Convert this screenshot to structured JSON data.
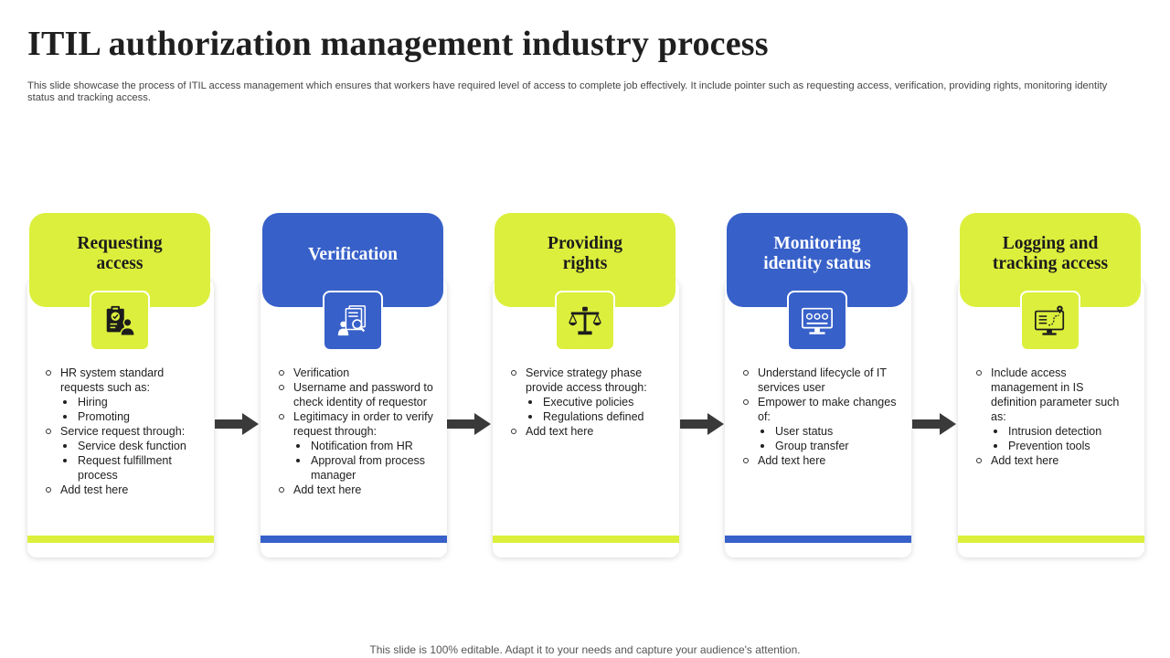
{
  "header": {
    "title": "ITIL authorization management industry process",
    "subtitle": "This slide showcase the process of ITIL access management which ensures that workers have required level of access to complete job effectively.  It include pointer such as requesting access, verification, providing rights, monitoring identity status and tracking access."
  },
  "colors": {
    "lime": "#dcef3c",
    "blue": "#3760c9",
    "arrow": "#3a3a3a"
  },
  "steps": [
    {
      "title_lines": [
        "Requesting",
        "access"
      ],
      "icon": "clipboard-user-icon",
      "points": [
        {
          "text": "HR system standard requests such as:",
          "sub": [
            "Hiring",
            "Promoting"
          ]
        },
        {
          "text": "Service request through:",
          "sub": [
            "Service desk function",
            "Request fulfillment process"
          ]
        },
        {
          "text": "Add test here",
          "sub": []
        }
      ]
    },
    {
      "title_lines": [
        "Verification"
      ],
      "icon": "document-search-icon",
      "points": [
        {
          "text": "Verification",
          "sub": []
        },
        {
          "text": "Username and password to check identity of requestor",
          "sub": []
        },
        {
          "text": "Legitimacy in order to verify request through:",
          "sub": [
            "Notification from HR",
            "Approval from process manager"
          ]
        },
        {
          "text": "Add text here",
          "sub": []
        }
      ]
    },
    {
      "title_lines": [
        "Providing",
        "rights"
      ],
      "icon": "scales-icon",
      "points": [
        {
          "text": "Service strategy phase provide access through:",
          "sub": [
            "Executive policies",
            "Regulations defined"
          ]
        },
        {
          "text": "Add text here",
          "sub": []
        }
      ]
    },
    {
      "title_lines": [
        "Monitoring",
        "identity status"
      ],
      "icon": "monitor-icon",
      "points": [
        {
          "text": "Understand lifecycle of IT services user",
          "sub": []
        },
        {
          "text": "Empower to make changes of:",
          "sub": [
            "User status",
            "Group transfer"
          ]
        },
        {
          "text": "Add text here",
          "sub": []
        }
      ]
    },
    {
      "title_lines": [
        "Logging and",
        "tracking access"
      ],
      "icon": "tracking-monitor-icon",
      "points": [
        {
          "text": "Include access management in IS definition parameter such as:",
          "sub": [
            "Intrusion detection",
            "Prevention tools"
          ]
        },
        {
          "text": "Add text here",
          "sub": []
        }
      ]
    }
  ],
  "footer": {
    "text": "This slide is 100% editable. Adapt it to your needs and capture your audience's attention."
  }
}
